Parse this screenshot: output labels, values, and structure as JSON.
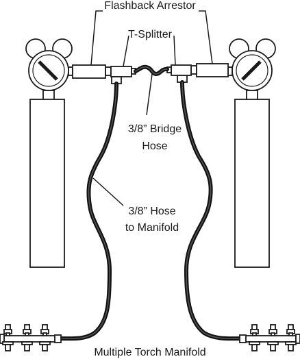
{
  "labels": {
    "flashback_arrestor": "Flashback Arrestor",
    "t_splitter": "T-Splitter",
    "bridge_hose_line1": "3/8” Bridge",
    "bridge_hose_line2": "Hose",
    "manifold_hose_line1": "3/8” Hose",
    "manifold_hose_line2": "to Manifold",
    "multiple_torch_manifold": "Multiple Torch Manifold"
  },
  "colors": {
    "line": "#1a1a1a",
    "hose": "#111111",
    "background": "#ffffff"
  }
}
